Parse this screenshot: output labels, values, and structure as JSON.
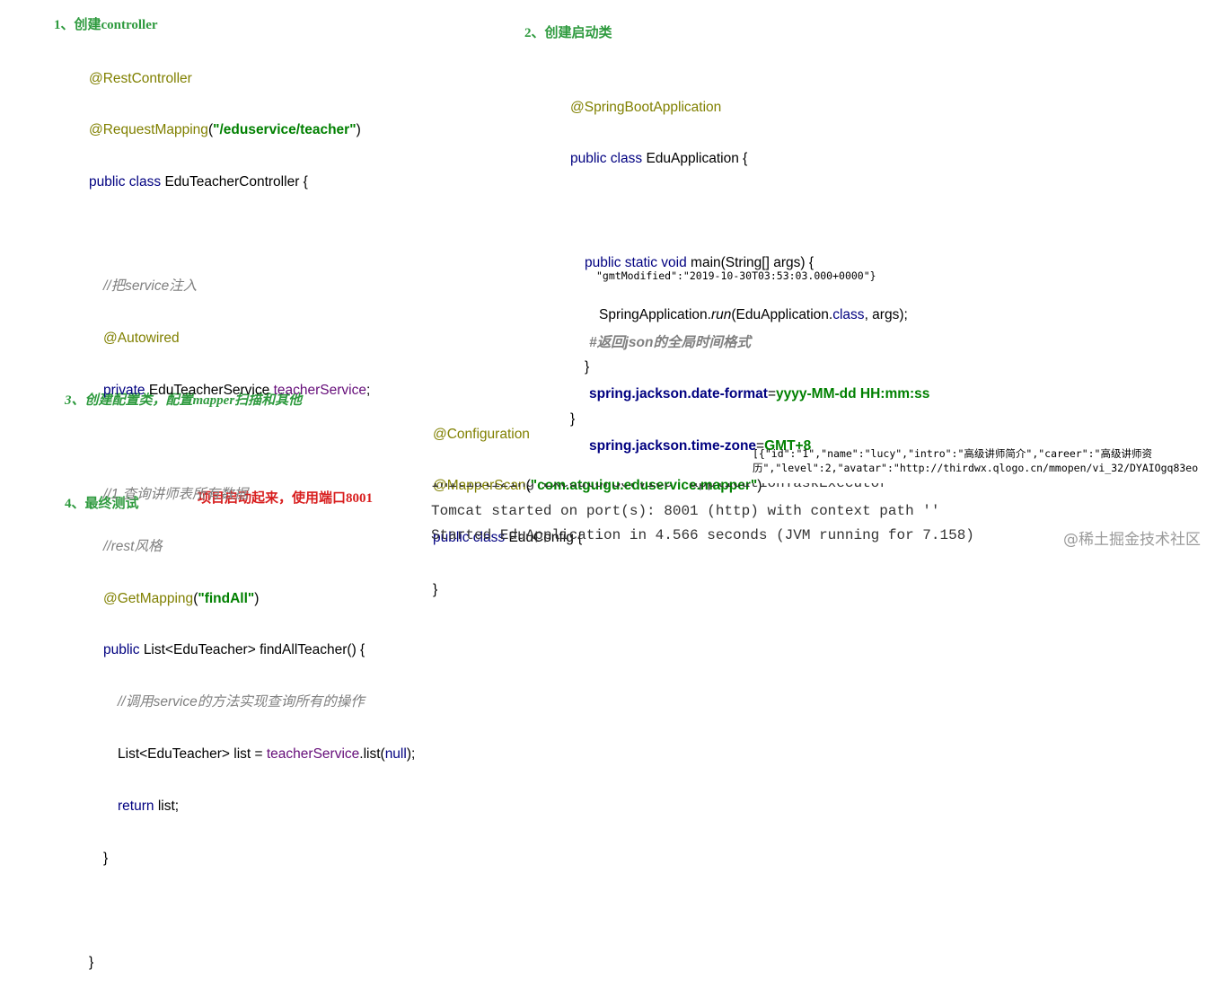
{
  "headings": {
    "h1": "1、创建controller",
    "h2": "2、创建启动类",
    "h3": "3、创建配置类，配置mapper扫描和其他",
    "h4": "4、最终测试",
    "h4_note": "项目启动起来，使用端口8001"
  },
  "controller": {
    "l1": "@RestController",
    "l2_ann": "@RequestMapping",
    "l2_open": "(",
    "l2_str": "\"/eduservice/teacher\"",
    "l2_close": ")",
    "l3_kw": "public class ",
    "l3_rest": "EduTeacherController {",
    "l5": "//把service注入",
    "l6": "@Autowired",
    "l7_kw": "private ",
    "l7_type": "EduTeacherService ",
    "l7_fld": "teacherService",
    "l7_end": ";",
    "l9": "//1 查询讲师表所有数据",
    "l10": "//rest风格",
    "l11_ann": "@GetMapping",
    "l11_open": "(",
    "l11_str": "\"findAll\"",
    "l11_close": ")",
    "l12_kw": "public ",
    "l12_rest": "List<EduTeacher> findAllTeacher() {",
    "l13": "//调用service的方法实现查询所有的操作",
    "l14_a": "List<EduTeacher> list = ",
    "l14_fld": "teacherService",
    "l14_b": ".list(",
    "l14_kw": "null",
    "l14_c": ");",
    "l15_kw": "return ",
    "l15_rest": "list;",
    "l16": "}",
    "l18": "}"
  },
  "application": {
    "l1": "@SpringBootApplication",
    "l2_kw": "public class ",
    "l2_rest": "EduApplication {",
    "l4_kw": "public static void ",
    "l4_rest": "main(String[] args) {",
    "l5_a": "SpringApplication.",
    "l5_it": "run",
    "l5_b": "(EduApplication.",
    "l5_kw": "class",
    "l5_c": ", args);",
    "l6": "}",
    "l7": "}"
  },
  "json_time": "\"gmtModified\":\"2019-10-30T03:53:03.000+0000\"}",
  "props": {
    "comment": "#返回json的全局时间格式",
    "p1_key": "spring.jackson.date-format",
    "p1_eq": "=",
    "p1_val": "yyyy-MM-dd HH:mm:ss",
    "p2_key": "spring.jackson.time-zone",
    "p2_eq": "=",
    "p2_val": "GMT+8"
  },
  "config": {
    "l1": "@Configuration",
    "l2_ann": "@MapperScan",
    "l2_open": "(",
    "l2_str": "\"com.atguigu.eduservice.mapper\"",
    "l2_close": ")",
    "l3_kw": "public class ",
    "l3_rest": "EduConfig {",
    "l4": "}"
  },
  "json_result": {
    "line1": "[{\"id\":\"1\",\"name\":\"lucy\",\"intro\":\"高级讲师简介\",\"career\":\"高级讲师资",
    "line2": "历\",\"level\":2,\"avatar\":\"http://thirdwx.qlogo.cn/mmopen/vi_32/DYAIOgq83eo"
  },
  "console": {
    "cut_line": "Initializing ExecutorService 'applicationTaskExecutor'",
    "line1": "Tomcat started on port(s): 8001 (http) with context path ''",
    "line2": "Started EduApplication in 4.566 seconds (JVM running for 7.158)"
  },
  "watermark": "@稀土掘金技术社区"
}
